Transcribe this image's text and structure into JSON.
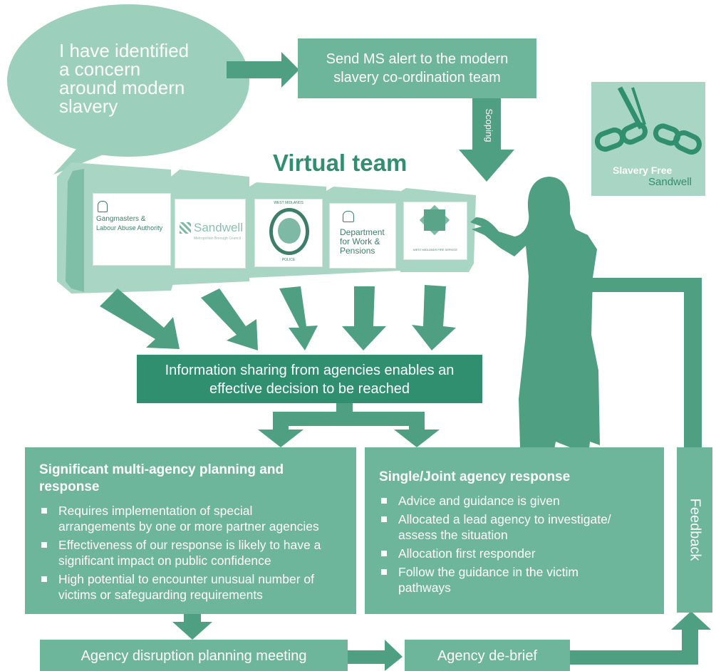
{
  "thought_bubble": {
    "text_lines": [
      "I have identified",
      "a concern",
      "around modern",
      "slavery"
    ]
  },
  "alert_box": {
    "line1": "Send MS alert to the modern",
    "line2": "slavery co-ordination team"
  },
  "scoping_label": "Scoping",
  "virtual_team_title": "Virtual team",
  "agencies": [
    {
      "name_line1": "Gangmasters &",
      "name_line2": "Labour Abuse Authority"
    },
    {
      "name_line1": "Sandwell",
      "name_line2": "Metropolitan Borough Council"
    },
    {
      "name_line1": "WEST MIDLANDS",
      "name_line2": "POLICE"
    },
    {
      "name_line1": "Department",
      "name_line2": "for Work &",
      "name_line3": "Pensions"
    },
    {
      "name_line1": "WEST MIDLANDS FIRE SERVICE"
    }
  ],
  "logo": {
    "line1": "Slavery Free",
    "line2": "Sandwell"
  },
  "info_box": {
    "line1": "Information sharing from agencies enables an",
    "line2": "effective decision to be reached"
  },
  "multi_agency": {
    "title_line1": "Significant multi-agency planning and",
    "title_line2": "response",
    "bullets": [
      {
        "line1": "Requires implementation of special",
        "line2": "arrangements by one or more partner agencies"
      },
      {
        "line1": "Effectiveness of our response is likely to have a",
        "line2": "significant impact on public confidence"
      },
      {
        "line1": "High potential to encounter unusual number  of",
        "line2": "victims or safeguarding requirements"
      }
    ]
  },
  "single_joint": {
    "title": "Single/Joint agency response",
    "bullets": [
      {
        "line1": "Advice and guidance is given",
        "line2": ""
      },
      {
        "line1": "Allocated a lead agency to investigate/",
        "line2": "assess the situation"
      },
      {
        "line1": "Allocation first responder",
        "line2": ""
      },
      {
        "line1": "Follow the guidance in the victim",
        "line2": "pathways"
      }
    ]
  },
  "feedback_label": "Feedback",
  "disruption_box": "Agency disruption planning meeting",
  "debrief_box": "Agency de-brief",
  "colors": {
    "mid": "#6db59b",
    "dark": "#2f8f6f",
    "light": "#9cd0bd",
    "white": "#ffffff"
  }
}
